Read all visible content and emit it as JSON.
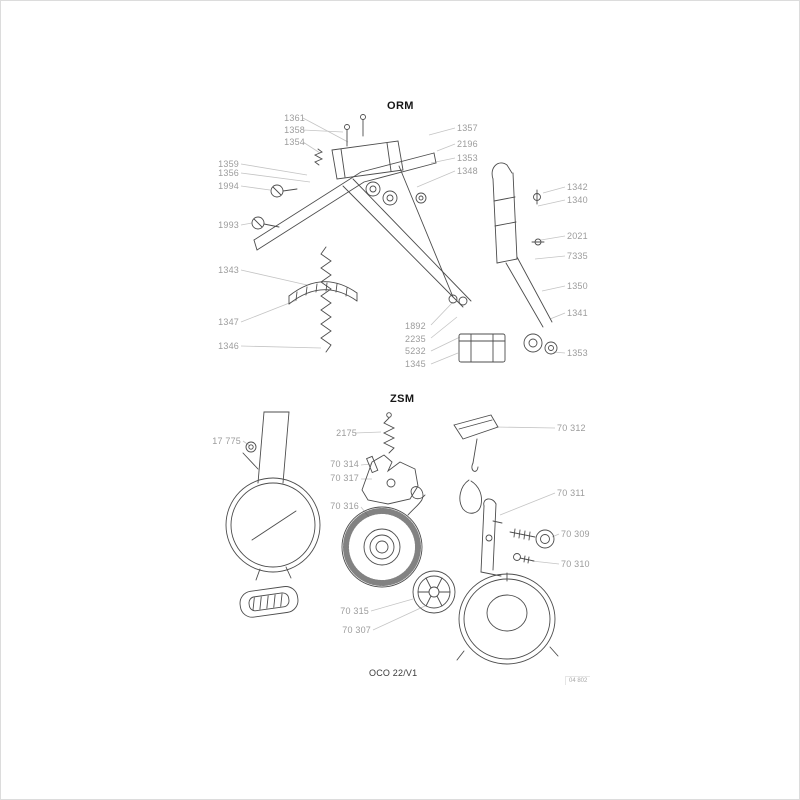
{
  "page": {
    "footer_code": "OCO 22/V1",
    "corner_code": "04 802"
  },
  "orm": {
    "title": "ORM",
    "labels": {
      "n1361": "1361",
      "n1358": "1358",
      "n1354": "1354",
      "n1357": "1357",
      "n2196": "2196",
      "n1353a": "1353",
      "n1348": "1348",
      "n1359": "1359",
      "n1356": "1356",
      "n1994": "1994",
      "n1993": "1993",
      "n1343": "1343",
      "n1347": "1347",
      "n1346": "1346",
      "n1342": "1342",
      "n1340": "1340",
      "n2021": "2021",
      "n7335": "7335",
      "n1350": "1350",
      "n1341": "1341",
      "n1353b": "1353",
      "n1892": "1892",
      "n2235": "2235",
      "n5232": "5232",
      "n1345": "1345"
    }
  },
  "zsm": {
    "title": "ZSM",
    "labels": {
      "n2175": "2175",
      "n17775": "17 775",
      "n70314": "70 314",
      "n70317": "70 317",
      "n70316": "70 316",
      "n70312": "70 312",
      "n70311": "70 311",
      "n70309": "70 309",
      "n70310": "70 310",
      "n70315": "70 315",
      "n70307": "70 307"
    }
  }
}
